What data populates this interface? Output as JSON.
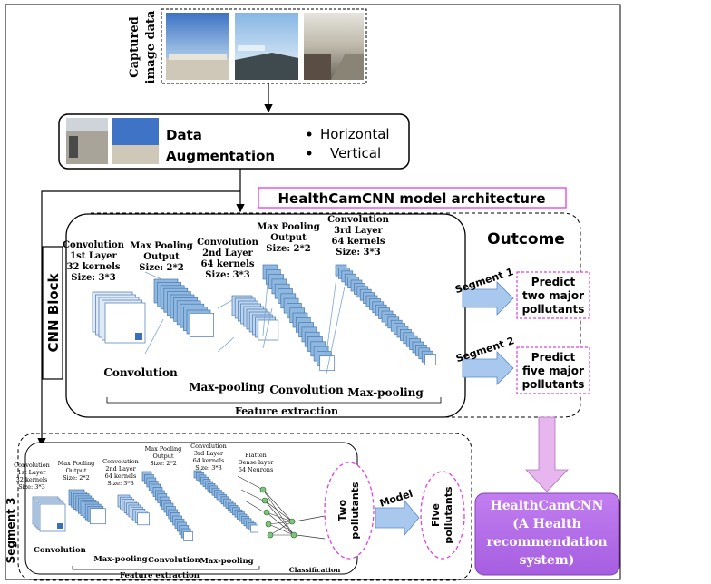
{
  "captured": {
    "label_line1": "Captured",
    "label_line2": "image data",
    "thumbnails": [
      "parking-lot-photo",
      "waterfront-photo",
      "street-photo"
    ]
  },
  "augmentation": {
    "title_line1": "Data",
    "title_line2": "Augmentation",
    "options": [
      "Horizontal",
      "Vertical"
    ]
  },
  "architecture_title": "HealthCamCNN model architecture",
  "cnn_block_label": "CNN Block",
  "outcome_label": "Outcome",
  "main_block": {
    "conv1": [
      "Convolution",
      "1st Layer",
      "32 kernels",
      "Size: 3*3"
    ],
    "pool1": [
      "Max Pooling",
      "Output",
      "Size: 2*2"
    ],
    "conv2": [
      "Convolution",
      "2nd Layer",
      "64 kernels",
      "Size: 3*3"
    ],
    "pool2": [
      "Max Pooling",
      "Output",
      "Size: 2*2"
    ],
    "conv3": [
      "Convolution",
      "3rd Layer",
      "64 kernels",
      "Size: 3*3"
    ],
    "bottom_labels": [
      "Convolution",
      "Max-pooling",
      "Convolution",
      "Max-pooling"
    ],
    "feature_extraction": "Feature extraction"
  },
  "segments": {
    "segment1": "Segment 1",
    "segment2": "Segment 2",
    "predict1": [
      "Predict",
      "two major",
      "pollutants"
    ],
    "predict2": [
      "Predict",
      "five major",
      "pollutants"
    ]
  },
  "segment3": {
    "label": "Segment 3",
    "conv1": [
      "Convolution",
      "1st Layer",
      "32 kernels",
      "Size: 3*3"
    ],
    "pool1": [
      "Max Pooling",
      "Output",
      "Size: 2*2"
    ],
    "conv2": [
      "Convolution",
      "2nd Layer",
      "64 kernels",
      "Size: 3*3"
    ],
    "pool2": [
      "Max Pooling",
      "Output",
      "Size: 2*2"
    ],
    "conv3": [
      "Convolution",
      "3rd Layer",
      "64 kernels",
      "Size: 3*3"
    ],
    "flatten": [
      "Flatten",
      "Dense layer",
      "64 Neurons"
    ],
    "bottom_labels": [
      "Convolution",
      "Max-pooling",
      "Convolution",
      "Max-pooling"
    ],
    "classification": "Classification",
    "feature_extraction": "Feature extraction",
    "two_pollutants": [
      "Two",
      "pollutants"
    ],
    "model": "Model",
    "five_pollutants": [
      "Five",
      "pollutants"
    ]
  },
  "healthcam": {
    "lines": [
      "HealthCamCNN",
      "(A Health",
      "recommendation",
      "system)"
    ]
  },
  "colors": {
    "magenta_dash": "#e040e0",
    "arrow_blue": "#a8c8ee",
    "arrow_pink": "#e8b6ee",
    "healthcam_fill": "#b46ae6",
    "layer_blue": "#8fb8e0"
  }
}
